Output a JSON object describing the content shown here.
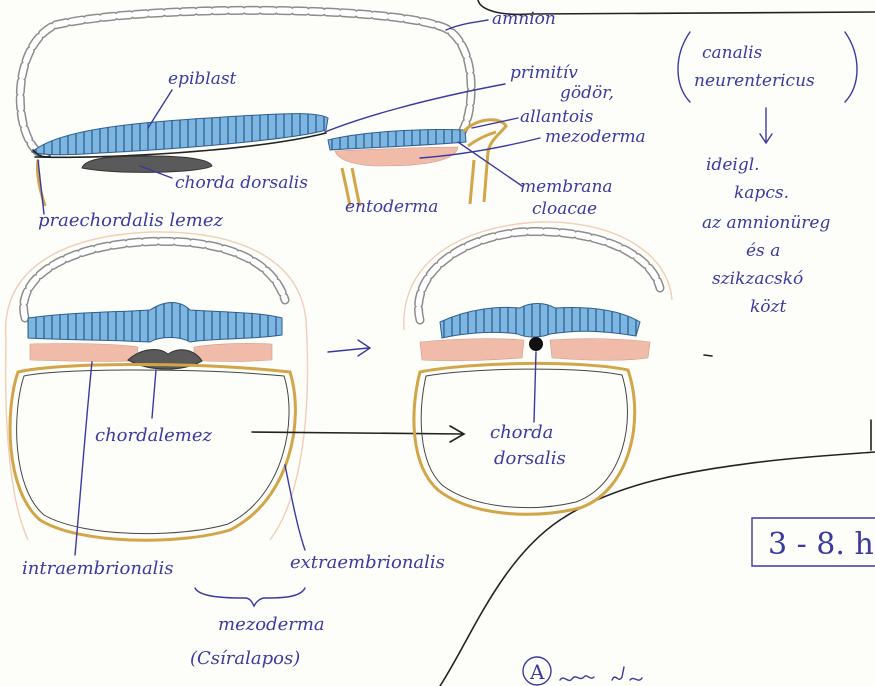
{
  "labels": {
    "amnion": "amnion",
    "epiblast": "epiblast",
    "primitive_pit_line1": "primitív",
    "primitive_pit_line2": "gödör,",
    "canalis_line1": "canalis",
    "canalis_line2": "neurentericus",
    "allantois": "allantois",
    "mesoderm_top": "mezoderma",
    "chorda_dorsalis_top": "chorda dorsalis",
    "membrana_line1": "membrana",
    "membrana_line2": "cloacae",
    "entoderm": "entoderma",
    "prechordal_plate": "praechordalis lemez"
  },
  "note": [
    "ideigl.",
    "kapcs.",
    "az amnionüreg",
    "és a",
    "szikzacskó",
    "közt"
  ],
  "cross_section": {
    "chordal_plate": "chordalemez",
    "chorda_line1": "chorda",
    "chorda_line2": "dorsalis",
    "intraembryonic": "intraembrionalis",
    "extraembryonic": "extraembrionalis",
    "mesoderm": "mezoderma",
    "mesoderm_note": "(Csíralapos)"
  },
  "box_label": "3 - 8. h",
  "circled_letter": "A",
  "colors": {
    "pen": "#3a3aa0",
    "epiblast": "#7db6e0",
    "mesoderm": "#eeb09c",
    "yolk_sac": "#d2a548",
    "chorda": "#5a5a5a"
  }
}
